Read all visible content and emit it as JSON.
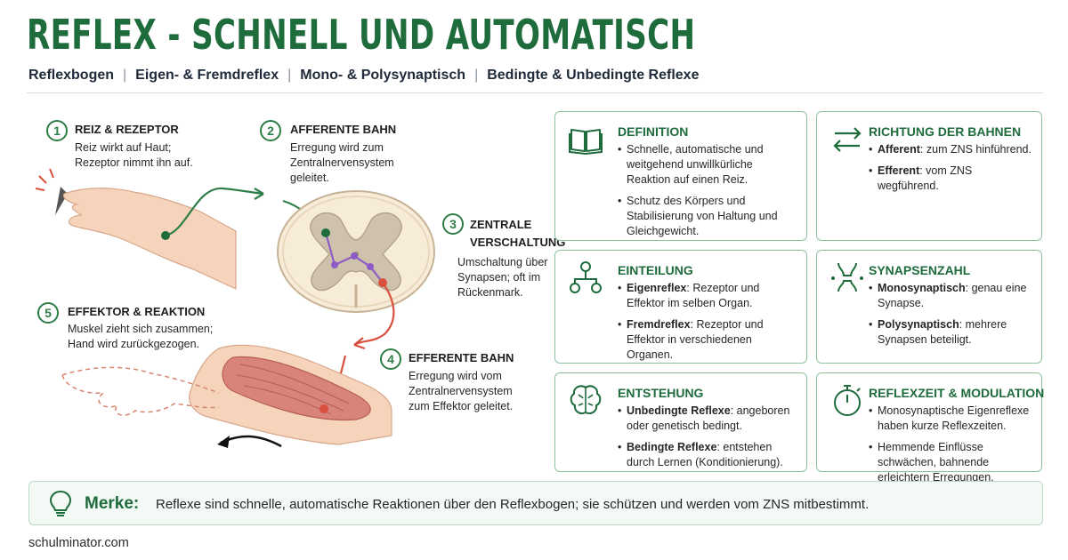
{
  "header": {
    "title": "REFLEX - SCHNELL UND AUTOMATISCH",
    "subnav": [
      "Reflexbogen",
      "Eigen- & Fremdreflex",
      "Mono- & Polysynaptisch",
      "Bedingte & Unbedingte Reflexe"
    ],
    "separator": "|"
  },
  "steps": [
    {
      "num": "1",
      "title": "REIZ & REZEPTOR",
      "text_lines": [
        "Reiz wirkt auf Haut;",
        "Rezeptor nimmt ihn auf."
      ]
    },
    {
      "num": "2",
      "title": "AFFERENTE BAHN",
      "text_lines": [
        "Erregung wird zum",
        "Zentralnervensystem",
        "geleitet."
      ]
    },
    {
      "num": "3",
      "title_lines": [
        "ZENTRALE",
        "VERSCHALTUNG"
      ],
      "text_lines": [
        "Umschaltung über",
        "Synapsen; oft im",
        "Rückenmark."
      ]
    },
    {
      "num": "4",
      "title": "EFFERENTE BAHN",
      "text_lines": [
        "Erregung wird vom",
        "Zentralnervensystem",
        "zum Effektor geleitet."
      ]
    },
    {
      "num": "5",
      "title": "EFFEKTOR & REAKTION",
      "text_lines": [
        "Muskel zieht sich zusammen;",
        "Hand wird zurückgezogen."
      ]
    }
  ],
  "cards": [
    {
      "title": "DEFINITION",
      "icon": "book-icon",
      "items": [
        {
          "bold": "",
          "text": "Schnelle, automatische und weitgehend unwillkürliche Reaktion auf einen Reiz."
        },
        {
          "bold": "",
          "text": "Schutz des Körpers und Stabilisierung von Haltung und Gleichgewicht."
        }
      ]
    },
    {
      "title": "RICHTUNG DER BAHNEN",
      "icon": "arrows-icon",
      "items": [
        {
          "bold": "Afferent",
          "text": ": zum ZNS hinführend."
        },
        {
          "bold": "Efferent",
          "text": ": vom ZNS wegführend."
        }
      ]
    },
    {
      "title": "EINTEILUNG",
      "icon": "hierarchy-icon",
      "items": [
        {
          "bold": "Eigenreflex",
          "text": ": Rezeptor und Effektor im selben Organ."
        },
        {
          "bold": "Fremdreflex",
          "text": ": Rezeptor und Effektor in verschiedenen Organen."
        }
      ]
    },
    {
      "title": "SYNAPSENZAHL",
      "icon": "synapse-icon",
      "items": [
        {
          "bold": "Monosynaptisch",
          "text": ": genau eine Synapse."
        },
        {
          "bold": "Polysynaptisch",
          "text": ": mehrere Synapsen beteiligt."
        }
      ]
    },
    {
      "title": "ENTSTEHUNG",
      "icon": "brain-icon",
      "items": [
        {
          "bold": "Unbedingte Reflexe",
          "text": ": angeboren oder genetisch bedingt."
        },
        {
          "bold": "Bedingte Reflexe",
          "text": ": entstehen durch Lernen (Konditionierung)."
        }
      ]
    },
    {
      "title": "REFLEXZEIT & MODULATION",
      "icon": "stopwatch-icon",
      "items": [
        {
          "bold": "",
          "text": "Monosynaptische Eigenreflexe haben kurze Reflexzeiten."
        },
        {
          "bold": "",
          "text": "Hemmende Einflüsse schwächen, bahnende erleichtern Erregungen."
        }
      ]
    }
  ],
  "merke": {
    "label": "Merke:",
    "text": "Reflexe sind schnelle, automatische Reaktionen über den Reflexbogen; sie schützen und werden vom ZNS mitbestimmt."
  },
  "footer": {
    "site": "schulminator.com"
  },
  "colors": {
    "brand_green": "#1e6b3c",
    "afferent": "#2e7d48",
    "efferent": "#d9503c",
    "interneuron": "#8e5bc6"
  }
}
